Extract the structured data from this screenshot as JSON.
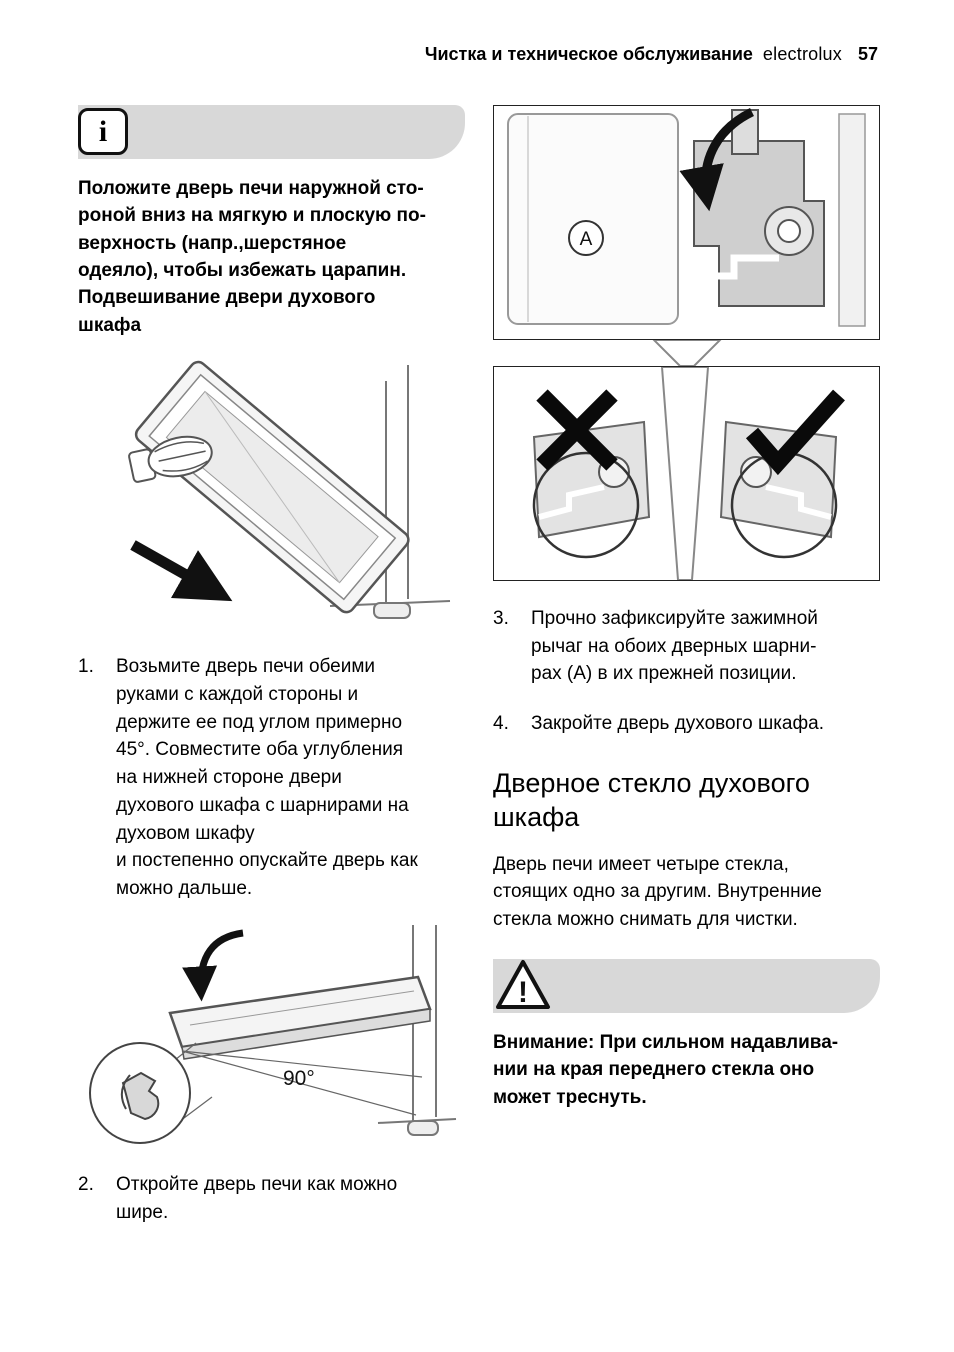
{
  "header": {
    "section_title": "Чистка и техническое обслуживание",
    "brand": "electrolux",
    "page_number": "57"
  },
  "icons": {
    "info_glyph": "i",
    "warning_glyph": "!"
  },
  "left": {
    "info_text": "Положите дверь печи наружной сто-\nроной вниз на мягкую и плоскую по-\nверхность (напр.,шерстяное\nодеяло), чтобы избежать царапин.\nПодвешивание двери духового\nшкафа",
    "steps": [
      {
        "num": "1.",
        "text": "Возьмите дверь печи обеими\nруками с каждой стороны и\nдержите ее под углом примерно\n45°. Совместите оба углубления\nна нижней стороне двери\nдухового шкафа с шарнирами на\nдуховом шкафу\nи постепенно опускайте дверь как\nможно дальше."
      },
      {
        "num": "2.",
        "text": "Откройте дверь печи как можно\nшире."
      }
    ]
  },
  "right": {
    "steps": [
      {
        "num": "3.",
        "text": "Прочно зафиксируйте зажимной\nрычаг на обоих дверных шарни-\nрах (А) в их прежней позиции."
      },
      {
        "num": "4.",
        "text": "Закройте дверь духового шкафа."
      }
    ],
    "glass_heading": "Дверное стекло духового\nшкафа",
    "glass_text": "Дверь печи имеет четыре стекла,\nстоящих одно за другим. Внутренние\nстекла можно снимать для чистки.",
    "warning_text": "Внимание: При сильном надавлива-\nнии на края переднего стекла оно\nможет треснуть."
  },
  "figures": {
    "hinge_label": "A",
    "angle_label": "90°"
  }
}
